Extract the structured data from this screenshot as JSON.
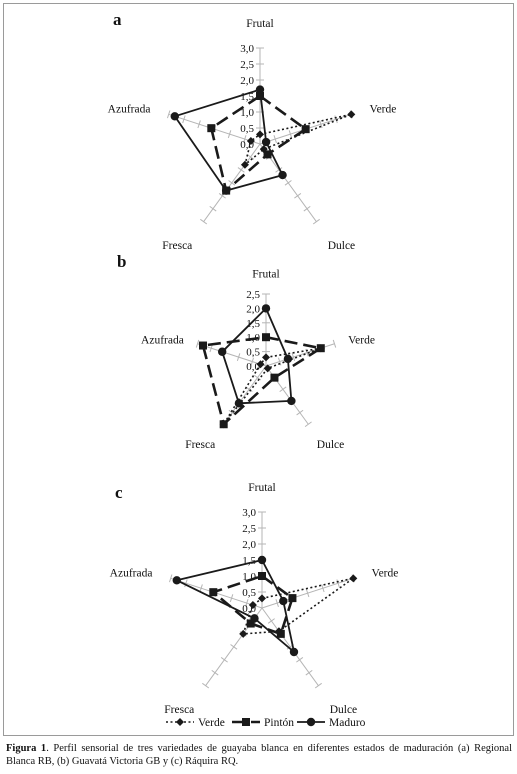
{
  "colors": {
    "series": "#1a1a1a",
    "axis": "#b5b5b5",
    "frame": "#9a9a9a"
  },
  "chart_data": [
    {
      "type": "radar",
      "panel_label": "a",
      "axes": [
        "Frutal",
        "Verde",
        "Dulce",
        "Fresca",
        "Azufrada"
      ],
      "scale_ticks": [
        "3,0",
        "2,5",
        "2,0",
        "1,5",
        "1,0",
        "0,5",
        "0,0"
      ],
      "rlim": [
        0,
        3.0
      ],
      "series": [
        {
          "name": "Verde",
          "values": [
            0.3,
            3.0,
            0.2,
            0.8,
            0.3
          ]
        },
        {
          "name": "Pintón",
          "values": [
            1.5,
            1.5,
            0.4,
            1.8,
            1.6
          ]
        },
        {
          "name": "Maduro",
          "values": [
            1.7,
            0.2,
            1.2,
            1.8,
            2.8
          ]
        }
      ]
    },
    {
      "type": "radar",
      "panel_label": "b",
      "axes": [
        "Frutal",
        "Verde",
        "Dulce",
        "Fresca",
        "Azufrada"
      ],
      "scale_ticks": [
        "2,5",
        "2,0",
        "1,5",
        "1,0",
        "0,5",
        "0,0"
      ],
      "rlim": [
        0,
        2.5
      ],
      "series": [
        {
          "name": "Verde",
          "values": [
            0.3,
            2.0,
            0.1,
            2.5,
            0.2
          ]
        },
        {
          "name": "Pintón",
          "values": [
            1.0,
            2.0,
            0.5,
            2.5,
            2.3
          ]
        },
        {
          "name": "Maduro",
          "values": [
            2.0,
            0.8,
            1.5,
            1.6,
            1.6
          ]
        }
      ]
    },
    {
      "type": "radar",
      "panel_label": "c",
      "axes": [
        "Frutal",
        "Verde",
        "Dulce",
        "Fresca",
        "Azufrada"
      ],
      "scale_ticks": [
        "3,0",
        "2,5",
        "2,0",
        "1,5",
        "1,0",
        "0,5",
        "0,0"
      ],
      "rlim": [
        0,
        3.0
      ],
      "series": [
        {
          "name": "Verde",
          "values": [
            0.3,
            3.0,
            0.9,
            1.0,
            0.3
          ]
        },
        {
          "name": "Pintón",
          "values": [
            1.0,
            1.0,
            1.0,
            0.6,
            1.6
          ]
        },
        {
          "name": "Maduro",
          "values": [
            1.5,
            0.7,
            1.7,
            0.4,
            2.8
          ]
        }
      ]
    }
  ],
  "legend": [
    "Verde",
    "Pintón",
    "Maduro"
  ],
  "caption": {
    "label": "Figura 1",
    "text": ". Perfil sensorial de tres variedades de guayaba blanca en diferentes estados de maduración (a) Regional Blanca RB, (b) Guavatá Victoria GB y (c) Ráquira RQ."
  }
}
